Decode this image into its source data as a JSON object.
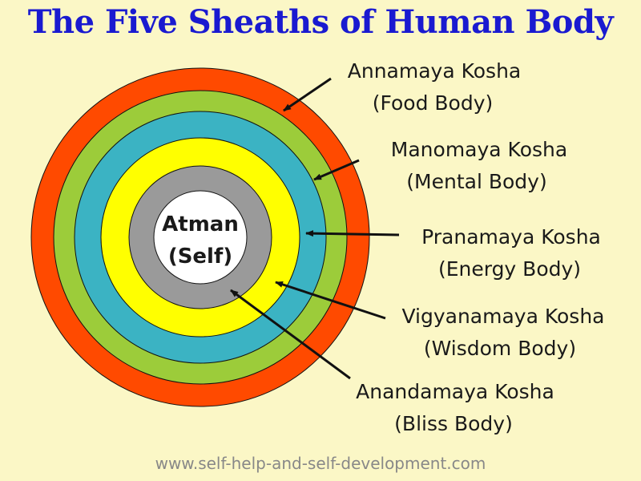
{
  "title": "The Five Sheaths of Human Body",
  "center": {
    "line1": "Atman",
    "line2": "(Self)"
  },
  "colors": {
    "background": "#fbf7c6",
    "title": "#1a1ad0",
    "ring_outer": "#ff4a00",
    "ring_2": "#9ccc3a",
    "ring_3": "#3bb3c3",
    "ring_4": "#ffff00",
    "ring_5": "#9a9a9a",
    "core": "#ffffff"
  },
  "labels": [
    {
      "name": "Annamaya Kosha",
      "sub": "(Food Body)"
    },
    {
      "name": "Manomaya Kosha",
      "sub": "(Mental Body)"
    },
    {
      "name": "Pranamaya Kosha",
      "sub": "(Energy Body)"
    },
    {
      "name": "Vigyanamaya Kosha",
      "sub": "(Wisdom Body)"
    },
    {
      "name": "Anandamaya Kosha",
      "sub": "(Bliss Body)"
    }
  ],
  "footer": "www.self-help-and-self-development.com"
}
